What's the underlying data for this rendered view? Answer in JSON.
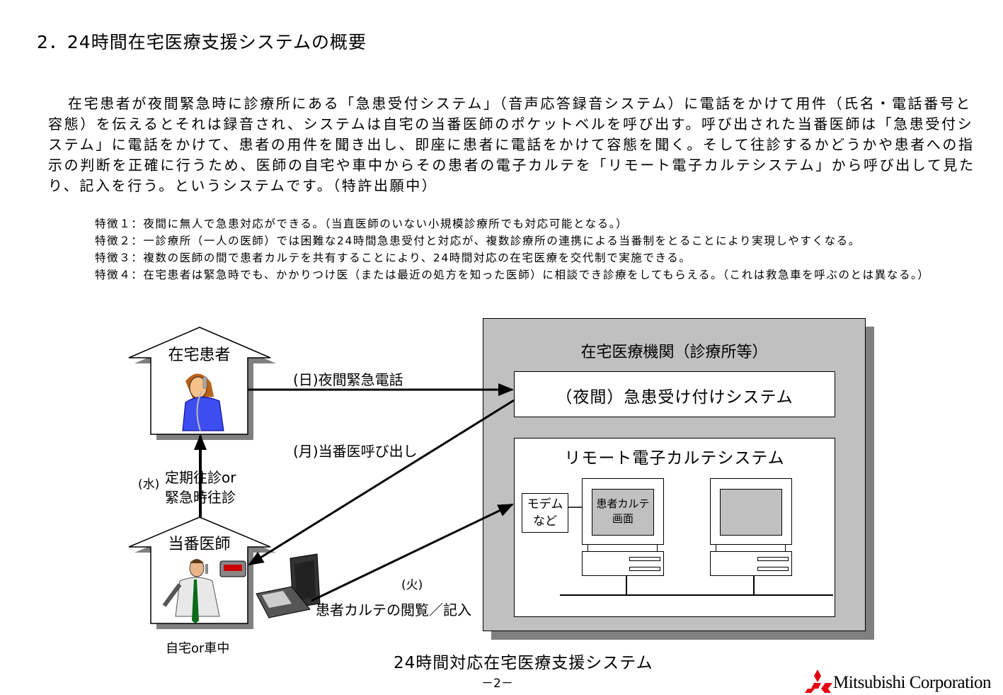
{
  "title": "2．24時間在宅医療支援システムの概要",
  "paragraph": [
    "在宅患者が夜間緊急時に診療所にある「急患受付システム」（音声応答録音システム）に電話をかけて用件（氏名・電話番号と",
    "容態）を伝えるとそれは録音され、システムは自宅の当番医師のポケットベルを呼び出す。呼び出された当番医師は「急患受付シ",
    "ステム」に電話をかけて、患者の用件を聞き出し、即座に患者に電話をかけて容態を聞く。そして往診するかどうかや患者への指",
    "示の判断を正確に行うため、医師の自宅や車中からその患者の電子カルテを「リモート電子カルテシステム」から呼び出して見た",
    "り、記入を行う。というシステムです。（特許出願中）"
  ],
  "features": [
    "特徴１：夜間に無人で急患対応ができる。（当直医師のいない小規模診療所でも対応可能となる。）",
    "特徴２：一診療所（一人の医師）では困難な24時間急患受付と対応が、複数診療所の連携による当番制をとることにより実現しやすくなる。",
    "特徴３：複数の医師の間で患者カルテを共有することにより、24時間対応の在宅医療を交代制で実施できる。",
    "特徴４：在宅患者は緊急時でも、かかりつけ医（または最近の処方を知った医師）に相談でき診療をしてもらえる。（これは救急車を呼ぶのとは異なる。）"
  ],
  "diagram": {
    "patient_house": "在宅患者",
    "doctor_house": "当番医師",
    "doctor_location": "自宅or車中",
    "institution": "在宅医療機関（診療所等）",
    "reception_system": "（夜間）急患受け付けシステム",
    "remote_system": "リモート電子カルテシステム",
    "modem": [
      "モデム",
      "など"
    ],
    "screen": [
      "患者カルテ",
      "画面"
    ],
    "arrow_night_call": "(日)夜間緊急電話",
    "arrow_page_doctor": "(月)当番医呼び出し",
    "arrow_visit_mark": "(水)",
    "arrow_visit": [
      "定期往診or",
      "緊急時往診"
    ],
    "arrow_chart_mark": "(火)",
    "arrow_chart": "患者カルテの閲覧／記入",
    "caption": "24時間対応在宅医療支援システム"
  },
  "page_number": "－2－",
  "logo": "Mitsubishi Corporation",
  "colors": {
    "panel": "#c0c0c0",
    "shadow": "#808080",
    "logo_red": "#e60012"
  }
}
